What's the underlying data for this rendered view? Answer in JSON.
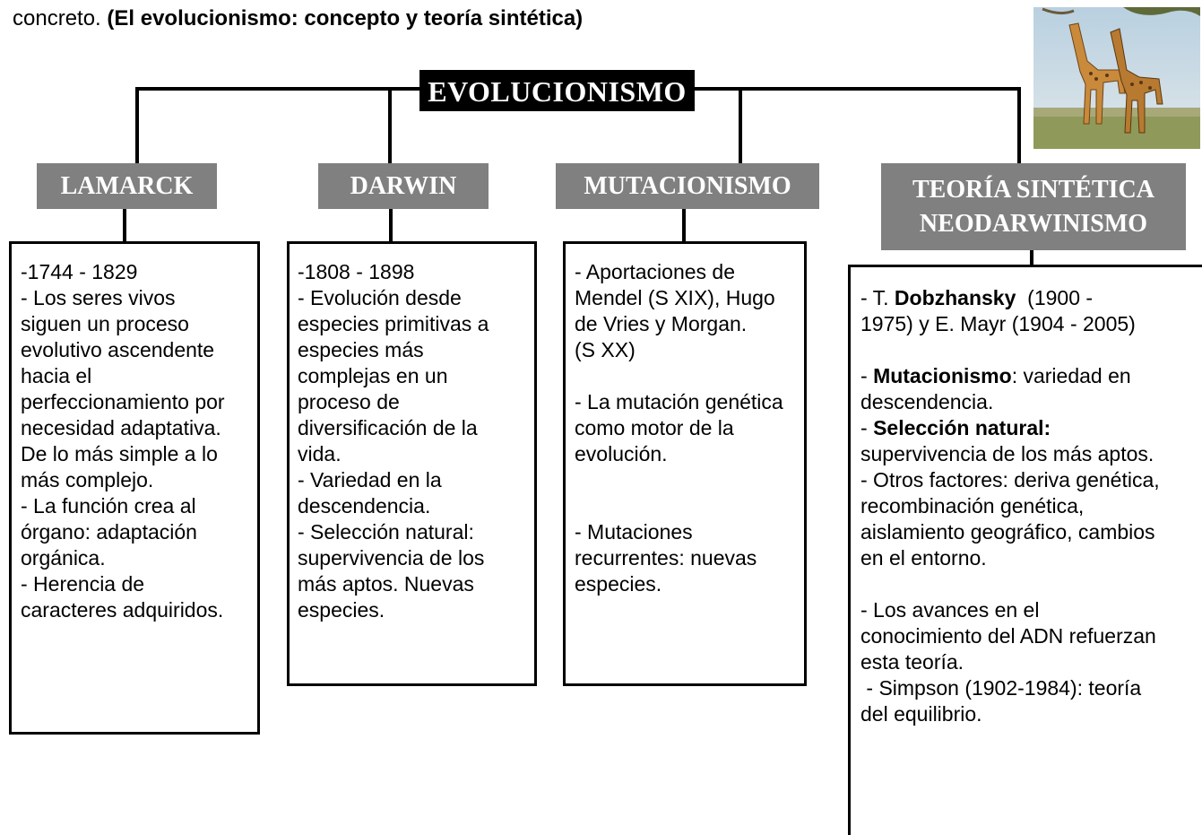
{
  "intro": {
    "prefix": "concreto. ",
    "bold": "(El evolucionismo: concepto y teoría sintética)"
  },
  "root": {
    "label": "EVOLUCIONISMO"
  },
  "image": {
    "icon": "giraffes-photo"
  },
  "branches": {
    "lamarck": {
      "title": "LAMARCK",
      "lines": [
        "-1744 - 1829",
        "- Los seres vivos",
        "siguen un proceso",
        "evolutivo ascendente",
        "hacia el",
        "perfeccionamiento por",
        "necesidad adaptativa.",
        "De lo más simple a lo",
        "más complejo.",
        "- La función crea al",
        "órgano: adaptación",
        "orgánica.",
        "- Herencia de",
        "caracteres adquiridos."
      ]
    },
    "darwin": {
      "title": "DARWIN",
      "lines": [
        "-1808 - 1898",
        "- Evolución desde",
        "especies primitivas a",
        "especies más",
        "complejas en un",
        "proceso de",
        "diversificación de la",
        "vida.",
        "- Variedad en la",
        "descendencia.",
        "- Selección natural:",
        "supervivencia de los",
        "más aptos. Nuevas",
        "especies."
      ]
    },
    "mutacionismo": {
      "title": "MUTACIONISMO",
      "lines": [
        "- Aportaciones de",
        "Mendel (S XIX), Hugo",
        "de Vries y Morgan.",
        "(S XX)",
        "",
        "- La mutación genética",
        "como motor de la",
        "evolución.",
        "",
        "- Mutaciones",
        "recurrentes: nuevas",
        "especies."
      ]
    },
    "sintetica": {
      "title_line1": "TEORÍA SINTÉTICA",
      "title_line2": "NEODARWINISMO",
      "p1_pre": "- T. ",
      "p1_bold": "Dobzhansky",
      "p1_rest": "  (1900 -",
      "p1_line2": "1975) y E. Mayr (1904 - 2005)",
      "p2_pre": "- ",
      "p2_bold": "Mutacionismo",
      "p2_rest": ": variedad en",
      "p2_line2": "descendencia.",
      "p3_pre": "- ",
      "p3_bold": "Selección natural:",
      "lines_after": [
        "supervivencia de los más aptos.",
        "- Otros factores: deriva genética,",
        "recombinación genética,",
        "aislamiento geográfico, cambios",
        "en el entorno.",
        "",
        "- Los avances en el",
        "conocimiento del  ADN refuerzan",
        "esta teoría.",
        " - Simpson (1902-1984): teoría",
        "del equilibrio."
      ]
    }
  }
}
